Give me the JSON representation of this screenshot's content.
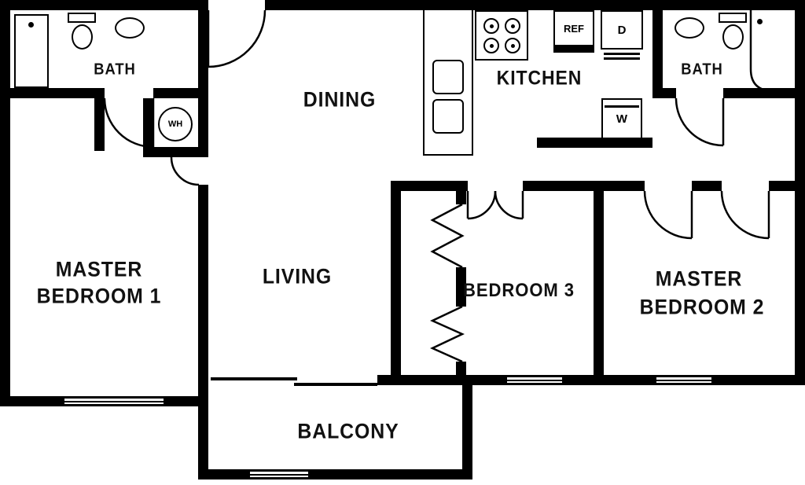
{
  "rooms": {
    "bath1": "BATH",
    "dining": "DINING",
    "kitchen": "KITCHEN",
    "bath2": "BATH",
    "master1_line1": "MASTER",
    "master1_line2": "BEDROOM 1",
    "living": "LIVING",
    "bedroom3": "BEDROOM 3",
    "master2_line1": "MASTER",
    "master2_line2": "BEDROOM 2",
    "balcony": "BALCONY"
  },
  "appliances": {
    "refrigerator": "REF",
    "dishwasher": "D",
    "washer": "W",
    "water_heater": "WH"
  },
  "colors": {
    "wall": "#000000",
    "floor": "#ffffff"
  }
}
